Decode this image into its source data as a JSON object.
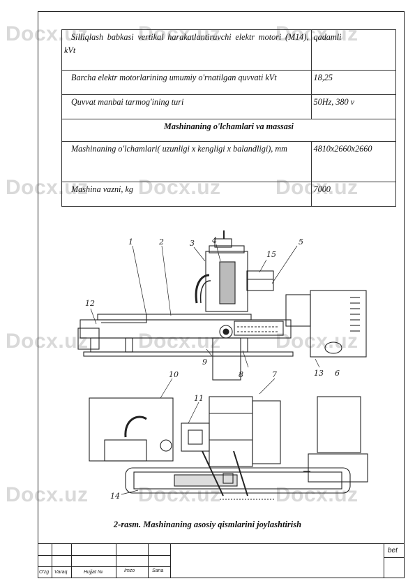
{
  "watermark_text": "Docx.uz",
  "table": {
    "rows": [
      {
        "label": "Silliqlash babkasi vertikal harakatlantiruvchi elektr motori (M14), kVt",
        "value": "qadamli"
      },
      {
        "label": "Barcha elektr motorlarining umumiy o'rnatilgan quvvati kVt",
        "value": "18,25"
      },
      {
        "label": "Quvvat manbai tarmog'ining turi",
        "value": "50Hz, 380 v"
      }
    ],
    "section_title": "Mashinaning o'lchamlari va massasi",
    "rows2": [
      {
        "label": "Mashinaning o'lchamlari( uzunligi x kengligi x balandligi), mm",
        "value": "4810x2660x2660"
      },
      {
        "label": "Mashina vazni, kg",
        "value": "7000"
      }
    ]
  },
  "figure": {
    "labels": [
      "1",
      "2",
      "3",
      "4",
      "15",
      "5",
      "12",
      "9",
      "8",
      "13",
      "6",
      "10",
      "11",
      "7",
      "14"
    ]
  },
  "caption": "2-rasm. Mashinaning asosiy qismlarini joylashtirish",
  "stamp": {
    "col_labels": [
      "O'zg",
      "Varaq",
      "Hujjat №",
      "Imzo",
      "Sana"
    ],
    "sheet_label": "bet"
  }
}
